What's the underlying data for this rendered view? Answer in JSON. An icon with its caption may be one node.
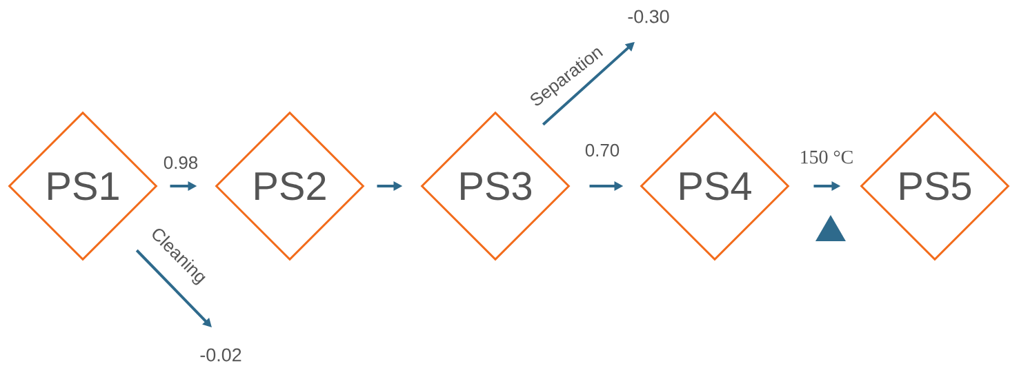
{
  "diagram": {
    "nodes": [
      {
        "text": [
          "PS1"
        ]
      },
      {
        "text": [
          "PS2"
        ]
      },
      {
        "text": [
          "PS3"
        ]
      },
      {
        "text": [
          "PS4"
        ]
      },
      {
        "text": [
          "PS5"
        ]
      },
      {
        "text": [
          "-0.30"
        ]
      },
      {
        "text": [
          "-0.02"
        ]
      }
    ],
    "edges": [
      {
        "from": 0,
        "to": 1,
        "arrow": "to",
        "label": "0.98"
      },
      {
        "from": 1,
        "to": 2,
        "arrow": "to"
      },
      {
        "from": 2,
        "to": 3,
        "arrow": "to",
        "label": "0.70"
      },
      {
        "from": 3,
        "to": 4,
        "arrow": "to",
        "label": "150 °C"
      },
      {
        "from": 0,
        "to": 6,
        "arrow": "to",
        "label": "Cleaning"
      },
      {
        "from": 2,
        "to": 5,
        "arrow": "to",
        "label": "Separation"
      }
    ]
  }
}
